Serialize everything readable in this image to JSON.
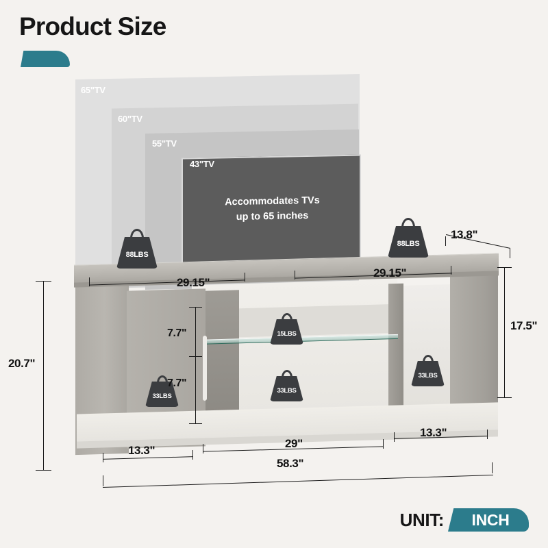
{
  "header": {
    "title": "Product Size",
    "accent_color": "#2c7c8c"
  },
  "tv_overlay": {
    "sizes": [
      {
        "label": "65\"TV",
        "name": "tv-size-65"
      },
      {
        "label": "60\"TV",
        "name": "tv-size-60"
      },
      {
        "label": "55\"TV",
        "name": "tv-size-55"
      },
      {
        "label": "43\"TV",
        "name": "tv-size-43"
      }
    ],
    "screen_message_line1": "Accommodates TVs",
    "screen_message_line2": "up to 65 inches"
  },
  "weights": [
    {
      "id": "top-left",
      "label": "88LBS"
    },
    {
      "id": "top-right",
      "label": "88LBS"
    },
    {
      "id": "glass-shelf",
      "label": "15LBS"
    },
    {
      "id": "left-cabinet",
      "label": "33LBS"
    },
    {
      "id": "center-lower",
      "label": "33LBS"
    },
    {
      "id": "right-cubby",
      "label": "33LBS"
    }
  ],
  "dimensions": {
    "top_left_width": "29.15\"",
    "top_right_width": "29.15\"",
    "depth": "13.8\"",
    "right_height": "17.5\"",
    "overall_height": "20.7\"",
    "shelf_upper": "7.7\"",
    "shelf_lower": "7.7\"",
    "bottom_left": "13.3\"",
    "bottom_center": "29\"",
    "bottom_right": "13.3\"",
    "total_width": "58.3\""
  },
  "footer": {
    "unit_label": "UNIT:",
    "unit_value": "INCH"
  }
}
